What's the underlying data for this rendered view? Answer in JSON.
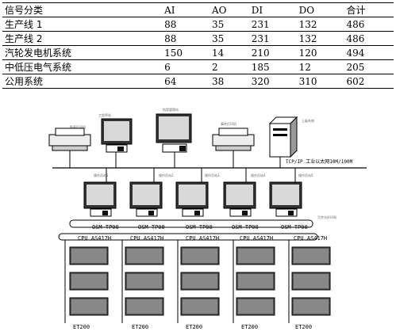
{
  "table": {
    "headers": [
      "信号分类",
      "AI",
      "AO",
      "DI",
      "DO",
      "合计"
    ],
    "rows": [
      [
        "生产线 1",
        "88",
        "35",
        "231",
        "132",
        "486"
      ],
      [
        "生产线 2",
        "88",
        "35",
        "231",
        "132",
        "486"
      ],
      [
        "汽轮发电机系统",
        "150",
        "14",
        "210",
        "120",
        "494"
      ],
      [
        "中低压电气系统",
        "6",
        "2",
        "185",
        "12",
        "205"
      ],
      [
        "公用系统",
        "64",
        "38",
        "320",
        "310",
        "602"
      ]
    ]
  },
  "diagram": {
    "tcp_label": "TCP/IP 工业以太网10M/100M",
    "op_station_labels": [
      "操作员站1",
      "操作员站2",
      "操作员站3",
      "操作员站4",
      "操作员站5"
    ],
    "top_labels": {
      "printer1": "报表打印机",
      "engineer": "工程师站",
      "manager": "档案管理站",
      "printer2": "事件打印机",
      "server": "上级系统"
    },
    "redundant_label": "冗余光纤环网",
    "osm_label": "OSM TP00",
    "cpu_label": "CPU AS417H",
    "et_label": "ET200"
  }
}
